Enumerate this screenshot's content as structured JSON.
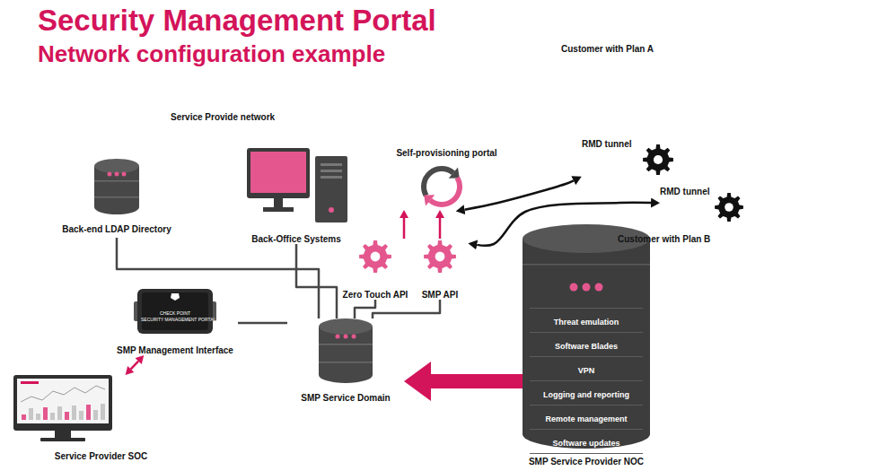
{
  "diagram": {
    "title": "Security Management Portal",
    "nodes": [
      {
        "text": [
          "Service Provide network"
        ]
      },
      {
        "text": [
          "Back-end LDAP Directory"
        ],
        "in": 0
      },
      {
        "text": [
          "Back-Office Systems"
        ],
        "in": 0
      },
      {
        "text": [
          "Self-provisioning portal"
        ],
        "in": 0
      },
      {
        "text": [
          "Zero Touch API"
        ],
        "in": 0
      },
      {
        "text": [
          "SMP API"
        ],
        "in": 0
      },
      {
        "text": [
          "SMP Management Interface"
        ],
        "in": 0
      },
      {
        "text": [
          "SMP Service Domain"
        ],
        "in": 0
      },
      {
        "text": [
          "Service Provider SOC"
        ]
      },
      {
        "text": [
          "Customer with Plan A"
        ]
      },
      {
        "text": [
          "RMD tunnel"
        ]
      },
      {
        "text": [
          "RMD tunnel"
        ]
      },
      {
        "text": [
          "Customer with Plan B"
        ]
      },
      {
        "text": [
          "Threat emulation",
          "Software Blades",
          "VPN",
          "Logging and reporting",
          "Remote management",
          "Software updates",
          "SMP Service Provider NOC"
        ]
      }
    ],
    "edges": [
      {
        "from": 1,
        "to": 7,
        "arrow": "none"
      },
      {
        "from": 2,
        "to": 7,
        "arrow": "none"
      },
      {
        "from": 4,
        "to": 7,
        "arrow": "none"
      },
      {
        "from": 5,
        "to": 7,
        "arrow": "none"
      },
      {
        "from": 6,
        "to": 7,
        "arrow": "none"
      },
      {
        "from": 4,
        "to": 3,
        "arrow": "to"
      },
      {
        "from": 5,
        "to": 3,
        "arrow": "to"
      },
      {
        "from": 6,
        "to": 8,
        "arrow": "both"
      },
      {
        "from": 13,
        "to": 7,
        "arrow": "to"
      },
      {
        "from": 0,
        "to": 10,
        "arrow": "both"
      },
      {
        "from": 0,
        "to": 11,
        "arrow": "both"
      }
    ],
    "labels": [
      "Network configuration example",
      "CHECK POINT",
      "SECURITY MANAGEMENT PORTAL"
    ]
  }
}
